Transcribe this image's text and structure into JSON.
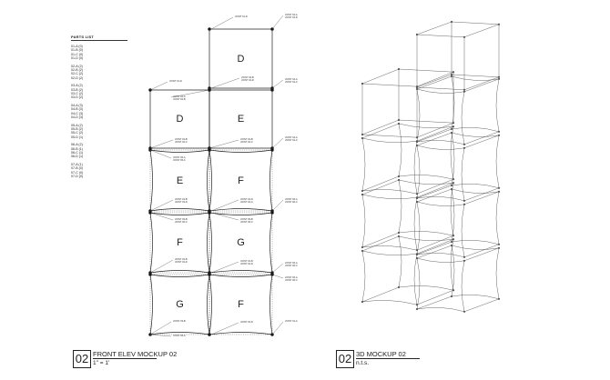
{
  "parts_list": {
    "title": "PARTS LIST",
    "groups": [
      [
        "01-A (0)",
        "01-B (0)",
        "01-C (0)",
        "01-D (0)"
      ],
      [
        "02-A (2)",
        "02-B (2)",
        "02-C (2)",
        "02-D (2)"
      ],
      [
        "03-A (2)",
        "03-B (2)",
        "03-C (2)",
        "03-D (2)"
      ],
      [
        "04-A (3)",
        "04-B (3)",
        "04-C (3)",
        "04-D (3)"
      ],
      [
        "05-A (2)",
        "05-B (2)",
        "05-C (2)",
        "05-D (1)"
      ],
      [
        "06-A (2)",
        "06-B (1)",
        "06-C (1)",
        "06-D (1)"
      ],
      [
        "07-A (1)",
        "07-B (0)",
        "07-C (0)",
        "07-D (0)"
      ]
    ]
  },
  "front_elevation": {
    "panels": [
      "D",
      "D",
      "E",
      "E",
      "F",
      "F",
      "G",
      "G",
      "F"
    ],
    "joint_labels": [
      [
        "JOINT 01-D"
      ],
      [
        "JOINT 04-A",
        "JOINT 04-D"
      ],
      [
        "JOINT 01-D"
      ],
      [
        "JOINT 02-A",
        "JOINT 02-B"
      ],
      [
        "JOINT 04-B",
        "JOINT 04-D"
      ],
      [
        "JOINT 04-A",
        "JOINT 04-C"
      ],
      [
        "JOINT 02-B",
        "JOINT 02-C"
      ],
      [
        "JOINT 02-B",
        "JOINT 02-C"
      ],
      [
        "JOINT 04-A",
        "JOINT 04-C"
      ],
      [
        "JOINT 05-A",
        "JOINT 05-C"
      ],
      [
        "JOINT 06-A",
        "JOINT 06-C"
      ],
      [
        "JOINT 02-B",
        "JOINT 03-D"
      ],
      [
        "JOINT 04-D",
        "JOINT 04-C"
      ],
      [
        "JOINT 06-A",
        "JOINT 06-C"
      ],
      [
        "JOINT 06-B",
        "JOINT 06-C"
      ],
      [
        "JOINT 05-B",
        "JOINT 05-C"
      ],
      [
        "JOINT 02-B",
        "JOINT 02-D"
      ],
      [
        "JOINT 04-B",
        "JOINT 04-D"
      ],
      [
        "JOINT 06-A",
        "JOINT 06-C"
      ],
      [
        "JOINT 03-B"
      ],
      [
        "JOINT 03-D"
      ],
      [
        "JOINT 01-A"
      ],
      [
        "JOINT 06-A"
      ]
    ]
  },
  "view_front": {
    "number": "02",
    "title": "FRONT ELEV MOCKUP 02",
    "scale": "1\" = 1'"
  },
  "view_3d": {
    "number": "02",
    "title": "3D MOCKUP 02",
    "scale": "n.t.s."
  }
}
